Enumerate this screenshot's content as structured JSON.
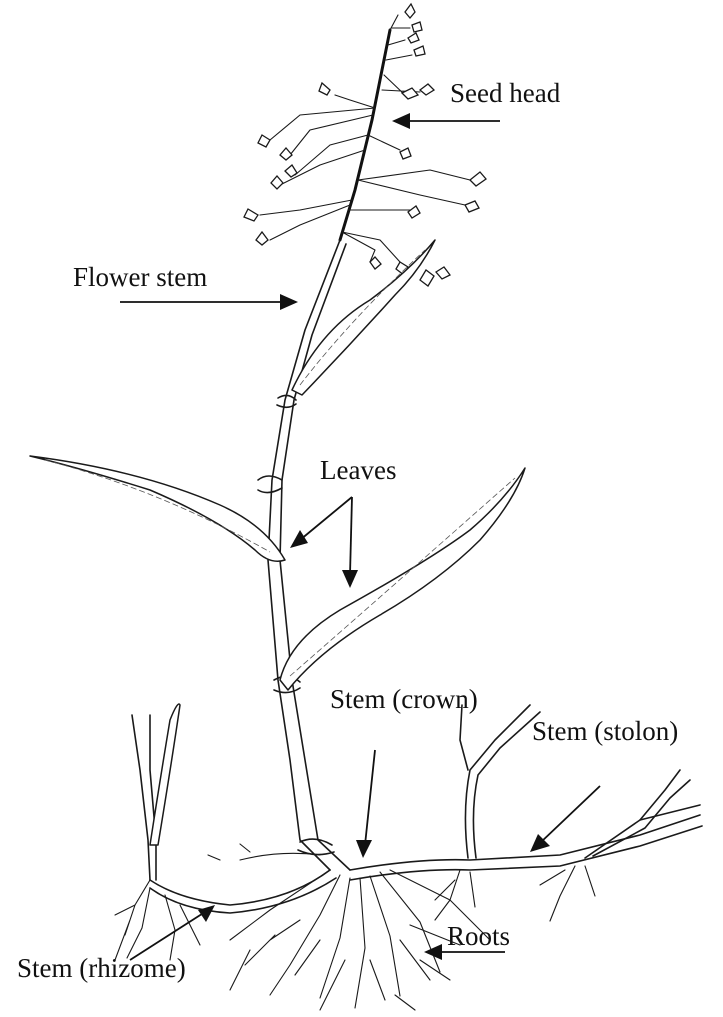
{
  "labels": {
    "seed_head": "Seed head",
    "flower_stem": "Flower stem",
    "leaves": "Leaves",
    "stem_crown": "Stem (crown)",
    "stem_stolon": "Stem (stolon)",
    "stem_rhizome": "Stem (rhizome)",
    "roots": "Roots"
  }
}
